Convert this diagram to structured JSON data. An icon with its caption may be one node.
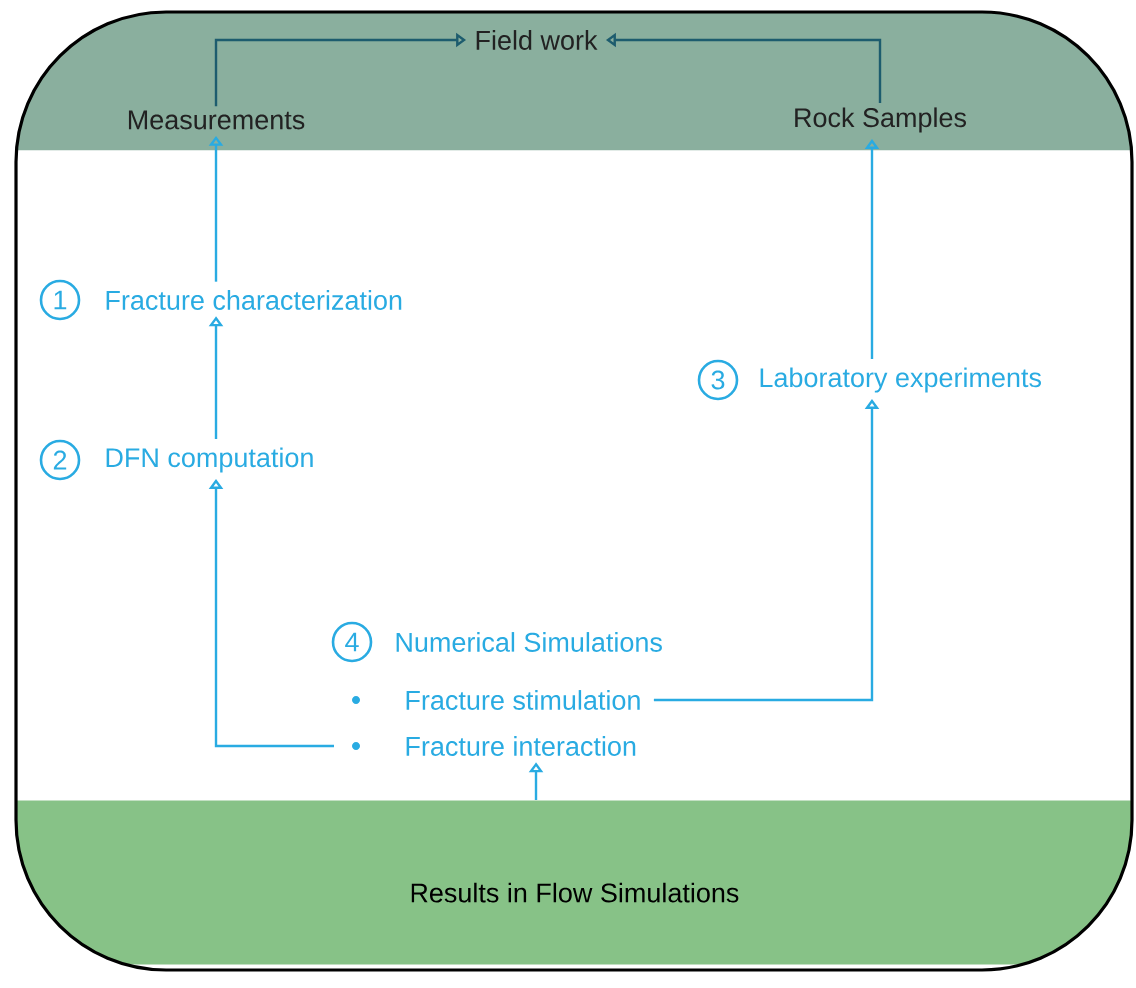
{
  "diagram": {
    "nodes": [
      {
        "text": [],
        "shape": "band"
      },
      {
        "text": [
          "Field work"
        ],
        "in": 0
      },
      {
        "text": [
          "Measurements"
        ],
        "in": 0
      },
      {
        "text": [
          "Rock Samples"
        ],
        "in": 0
      },
      {
        "text": [
          "Fracture characterization"
        ]
      },
      {
        "text": [
          "DFN computation"
        ]
      },
      {
        "text": [
          "Laboratory experiments"
        ]
      },
      {
        "text": [
          "Numerical Simulations"
        ]
      },
      {
        "text": [
          "Fracture stimulation"
        ]
      },
      {
        "text": [
          "Fracture interaction"
        ]
      },
      {
        "text": [
          "Results in Flow Simulations"
        ]
      }
    ],
    "edges": [
      {
        "from": 2,
        "to": 1,
        "arrow": "to",
        "color": "#1d5c6e"
      },
      {
        "from": 3,
        "to": 1,
        "arrow": "to",
        "color": "#1d5c6e"
      },
      {
        "from": 4,
        "to": 2,
        "arrow": "to"
      },
      {
        "from": 5,
        "to": 4,
        "arrow": "to"
      },
      {
        "from": 6,
        "to": 3,
        "arrow": "to"
      },
      {
        "from": 8,
        "to": 6,
        "arrow": "to"
      },
      {
        "from": 9,
        "to": 5,
        "arrow": "to"
      },
      {
        "from": 10,
        "to": 9,
        "arrow": "to"
      }
    ],
    "labels": [
      "1",
      "2",
      "3",
      "4"
    ]
  }
}
